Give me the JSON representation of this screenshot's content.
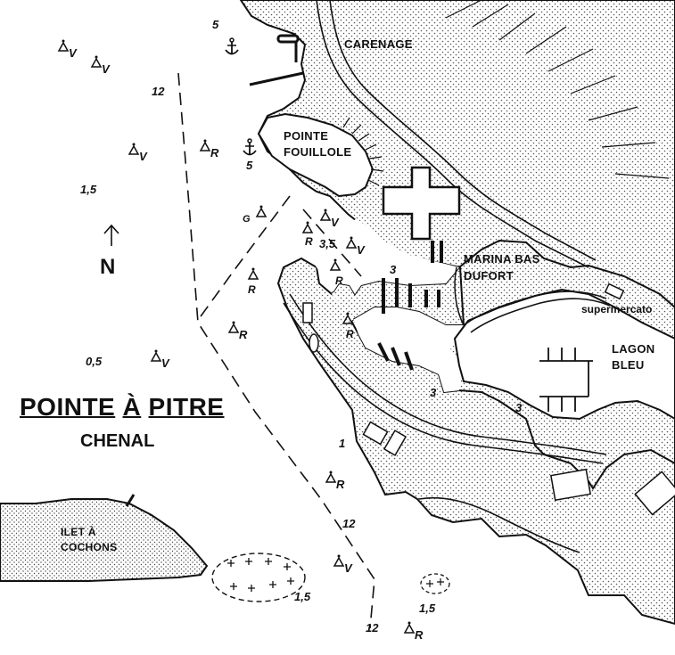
{
  "title": {
    "parts": [
      "POINTE",
      "À",
      "PITRE"
    ],
    "subtitle": "CHENAL"
  },
  "north_label": "N",
  "places": {
    "carenage": "CARENAGE",
    "pointe_fouillole_1": "POINTE",
    "pointe_fouillole_2": "FOUILLOLE",
    "marina_1": "MARINA BAS",
    "marina_2": "DUFORT",
    "supermercato": "supermercato",
    "lagon_1": "LAGON",
    "lagon_2": "BLEU",
    "ilet_1": "ILET À",
    "ilet_2": "COCHONS"
  },
  "depths": {
    "d_5_top": "5",
    "d_12_top": "12",
    "d_5_fouillole": "5",
    "d_1_5_left": "1,5",
    "d_3_5": "3,5",
    "d_3_marina": "3",
    "d_3_quay": "3",
    "d_3_lagon": "3",
    "d_0_5": "0,5",
    "d_1": "1",
    "d_12_mid": "12",
    "d_1_5_shoal": "1,5",
    "d_1_5_right": "1,5",
    "d_12_bottom": "12"
  },
  "buoy_letters": {
    "v": "V",
    "r": "R",
    "g": "G"
  },
  "colors": {
    "ink": "#111111",
    "paper": "#ffffff",
    "land_dots": "#555555"
  },
  "icons": [
    "anchor-icon",
    "buoy-icon",
    "north-arrow-icon",
    "shoal-icon"
  ]
}
